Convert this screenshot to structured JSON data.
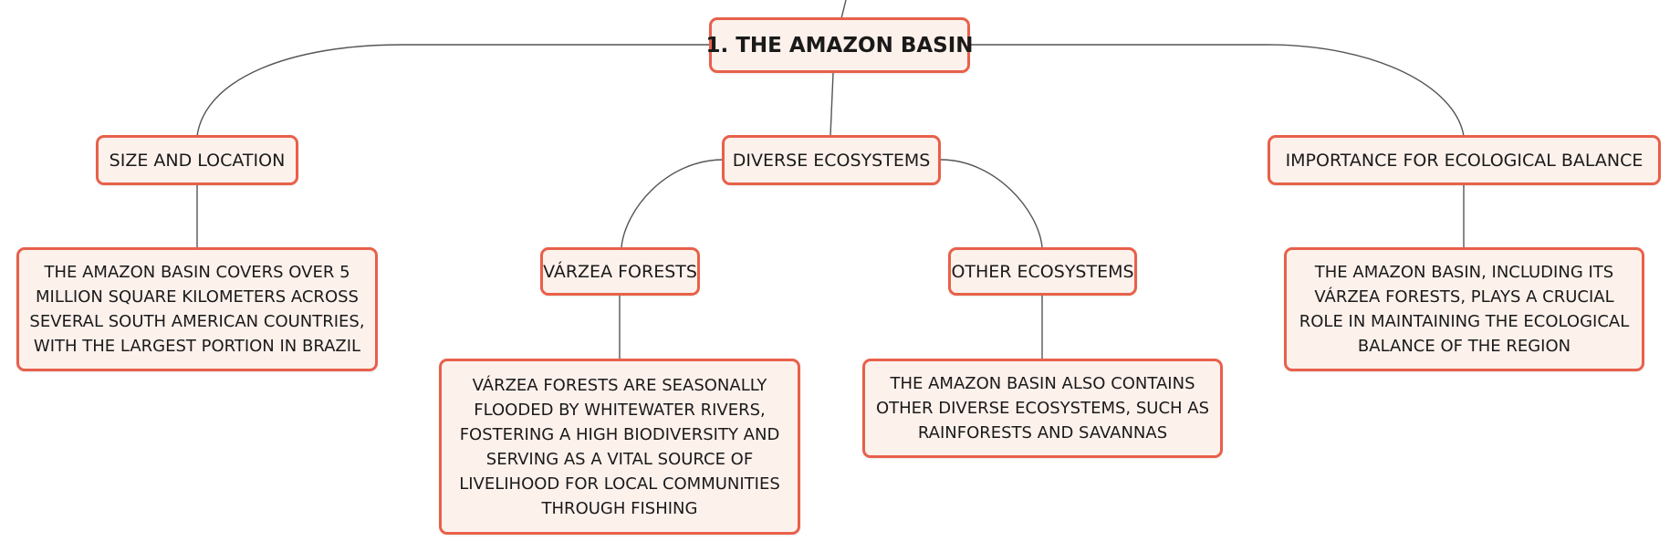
{
  "diagram": {
    "root": {
      "label": "1. THE AMAZON BASIN"
    },
    "branches": [
      {
        "label": "SIZE AND LOCATION",
        "detail": "THE AMAZON BASIN COVERS OVER 5 MILLION SQUARE KILOMETERS ACROSS SEVERAL SOUTH AMERICAN COUNTRIES, WITH THE LARGEST PORTION IN BRAZIL"
      },
      {
        "label": "DIVERSE ECOSYSTEMS",
        "children": [
          {
            "label": "VÁRZEA FORESTS",
            "detail": "VÁRZEA FORESTS ARE SEASONALLY FLOODED BY WHITEWATER RIVERS, FOSTERING A HIGH BIODIVERSITY AND SERVING AS A VITAL SOURCE OF LIVELIHOOD FOR LOCAL COMMUNITIES THROUGH FISHING"
          },
          {
            "label": "OTHER ECOSYSTEMS",
            "detail": "THE AMAZON BASIN ALSO CONTAINS OTHER DIVERSE ECOSYSTEMS, SUCH AS RAINFORESTS AND SAVANNAS"
          }
        ]
      },
      {
        "label": "IMPORTANCE FOR ECOLOGICAL BALANCE",
        "detail": "THE AMAZON BASIN, INCLUDING ITS VÁRZEA FORESTS, PLAYS A CRUCIAL ROLE IN MAINTAINING THE ECOLOGICAL BALANCE OF THE REGION"
      }
    ],
    "colors": {
      "node_border": "#e8604a",
      "node_fill": "#fdf1ec",
      "connector": "#555555"
    }
  }
}
